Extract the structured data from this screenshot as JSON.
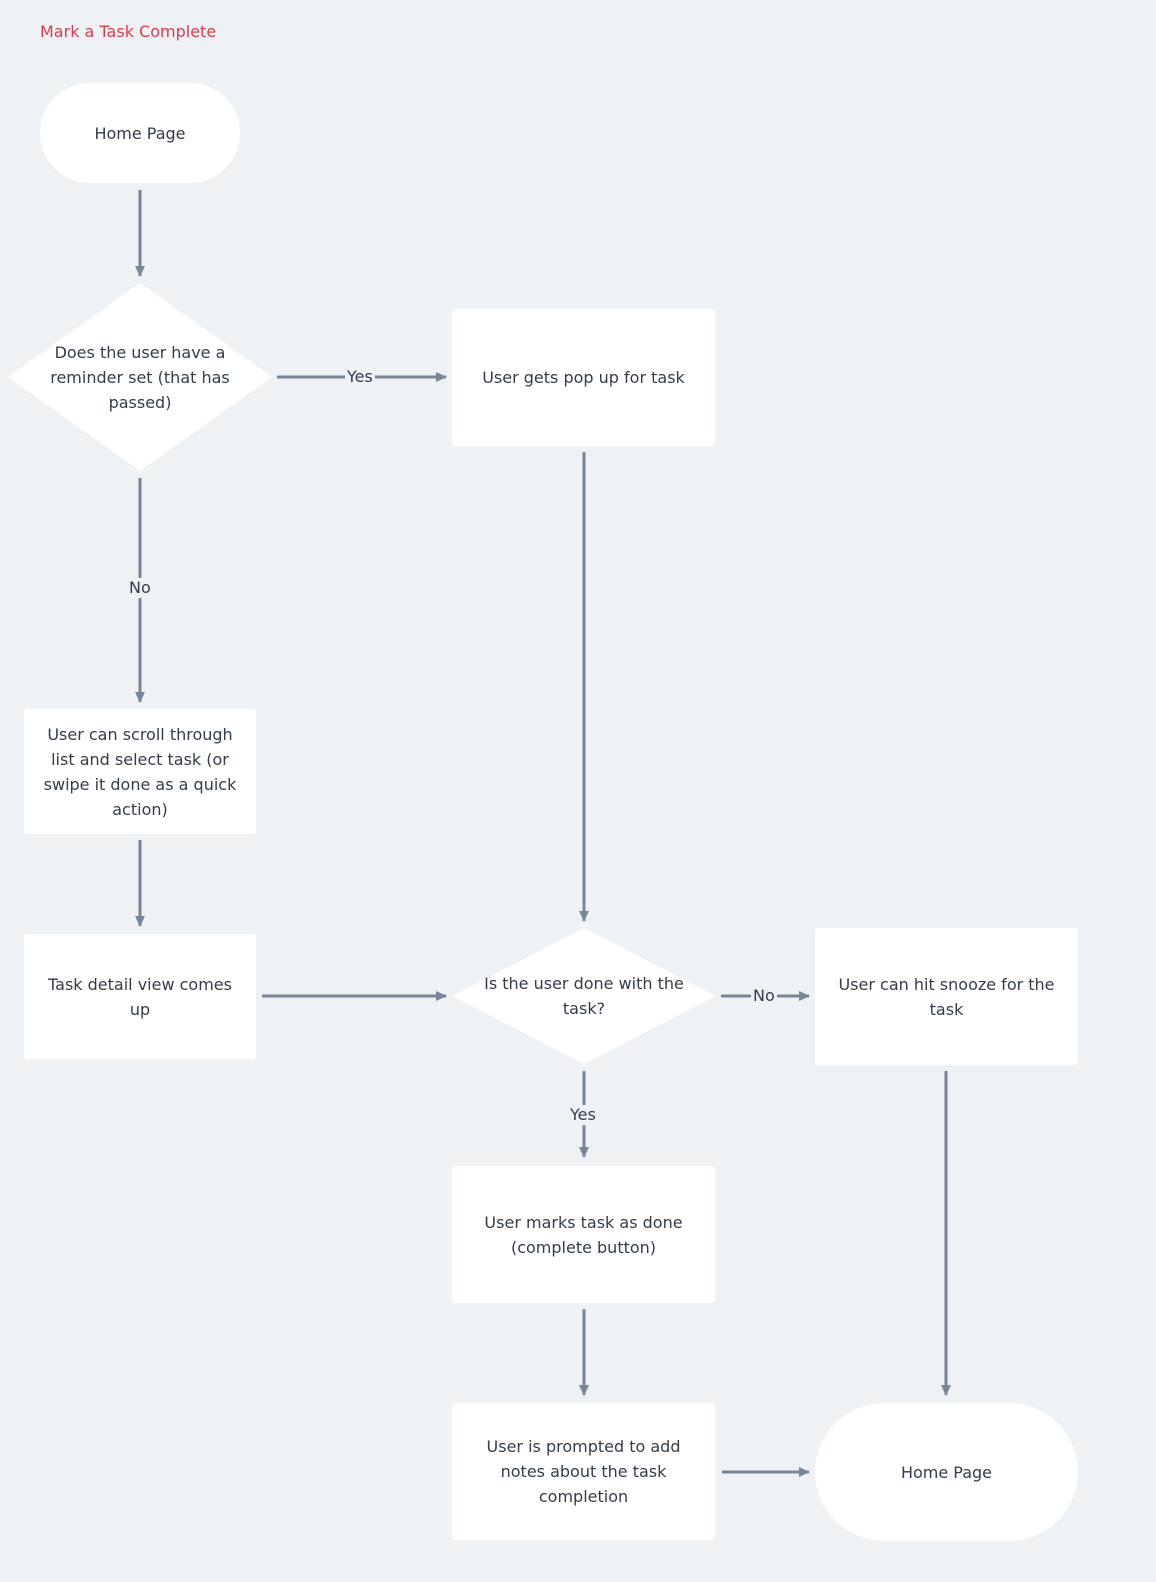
{
  "diagram": {
    "title": "Mark a Task Complete",
    "colors": {
      "background": "#eff2f5",
      "node_fill": "#ffffff",
      "connector": "#77879a",
      "title": "#e0394e",
      "text": "#333d4a"
    },
    "nodes": {
      "home_top": "Home Page",
      "reminder_decision": "Does the user have a reminder set (that has passed)",
      "popup": "User gets pop up for task",
      "scroll_list": "User can scroll through list and select task (or swipe it done as a quick action)",
      "detail_view": "Task detail view comes up",
      "done_decision": "Is the user done with the task?",
      "snooze": "User can hit snooze for the task",
      "mark_done": "User marks task as done (complete button)",
      "add_notes": "User is prompted to add notes about the task completion",
      "home_bottom": "Home Page"
    },
    "edge_labels": {
      "reminder_yes": "Yes",
      "reminder_no": "No",
      "done_no": "No",
      "done_yes": "Yes"
    }
  }
}
